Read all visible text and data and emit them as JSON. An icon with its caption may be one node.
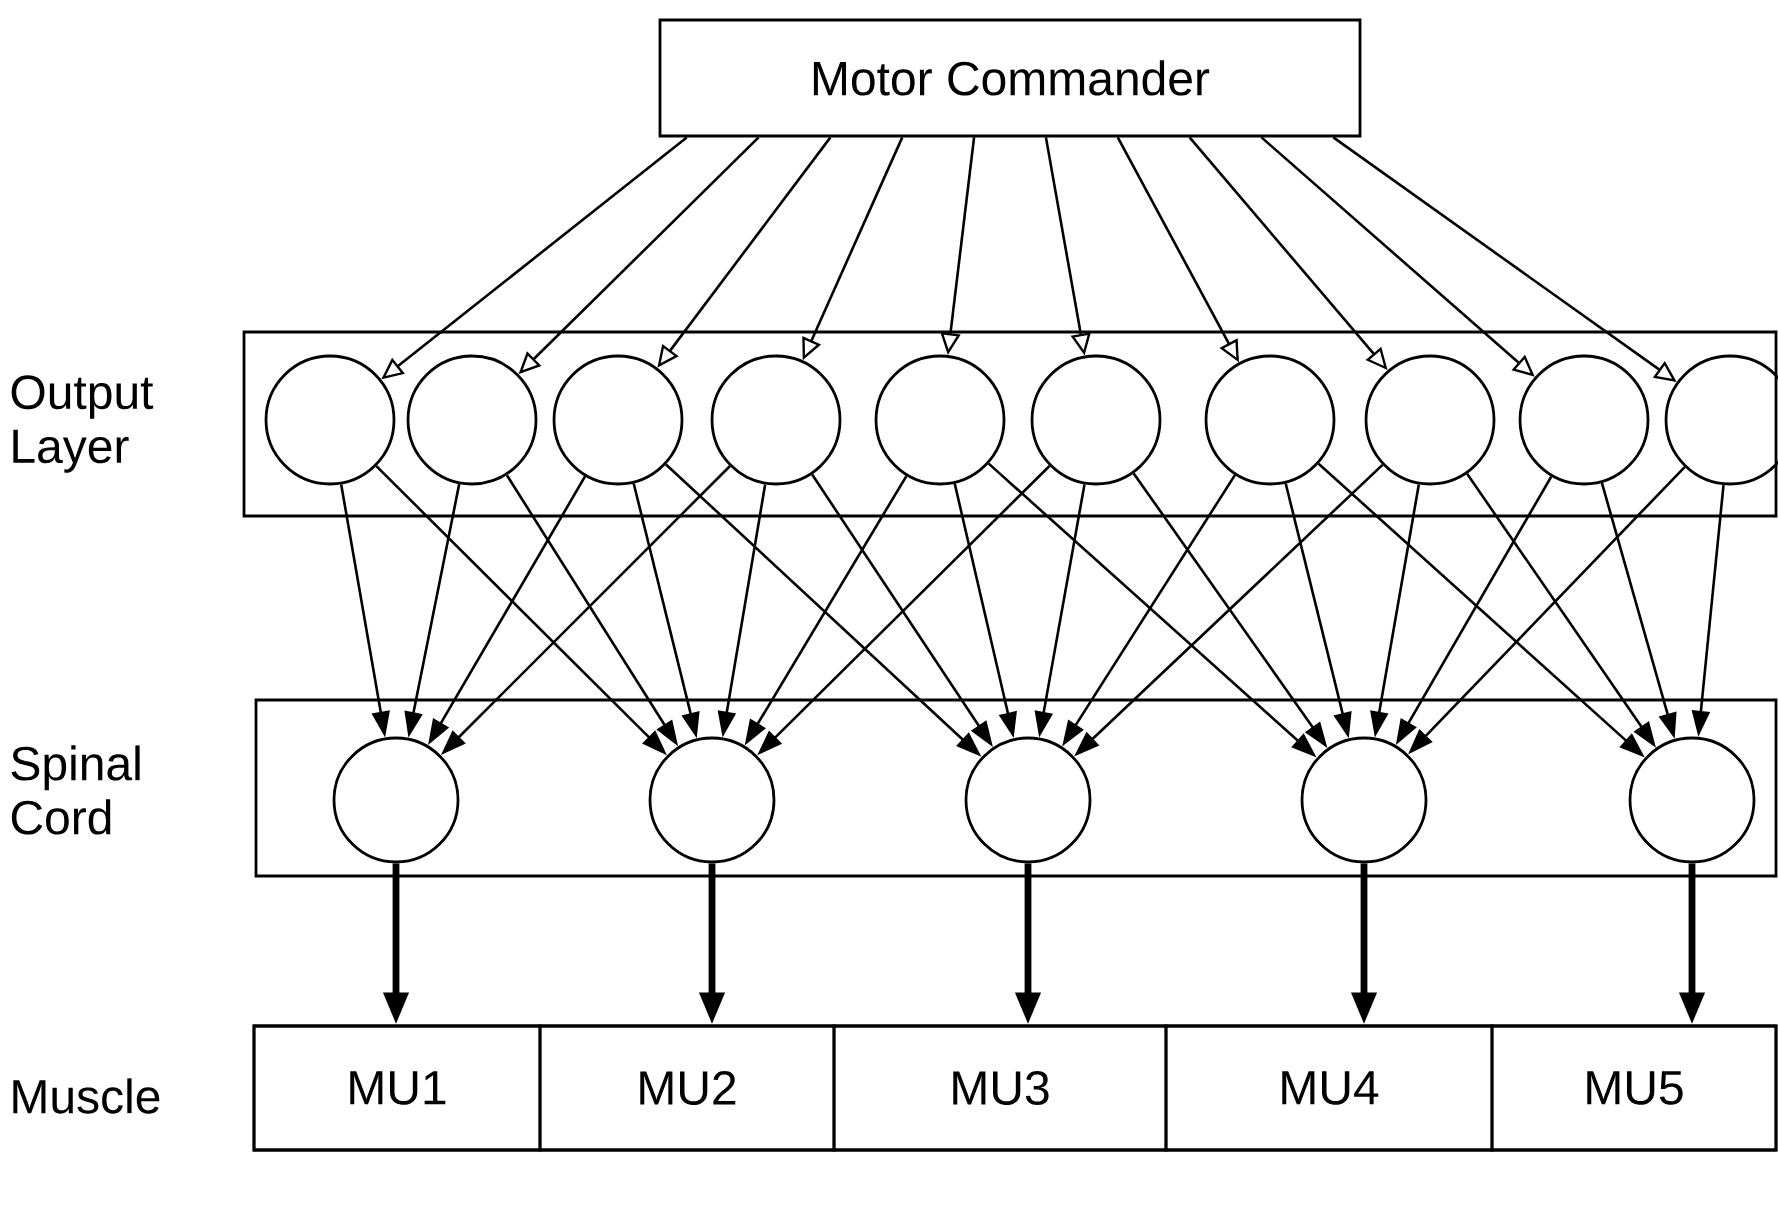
{
  "diagram": {
    "nodes": [
      {
        "text": [
          "Motor Commander"
        ]
      },
      {
        "text": [
          "Output Layer"
        ]
      },
      {
        "text": [],
        "shape": "circle",
        "in": 1
      },
      {
        "text": [],
        "shape": "circle",
        "in": 1
      },
      {
        "text": [],
        "shape": "circle",
        "in": 1
      },
      {
        "text": [],
        "shape": "circle",
        "in": 1
      },
      {
        "text": [],
        "shape": "circle",
        "in": 1
      },
      {
        "text": [],
        "shape": "circle",
        "in": 1
      },
      {
        "text": [],
        "shape": "circle",
        "in": 1
      },
      {
        "text": [],
        "shape": "circle",
        "in": 1
      },
      {
        "text": [],
        "shape": "circle",
        "in": 1
      },
      {
        "text": [],
        "shape": "circle",
        "in": 1
      },
      {
        "text": [
          "Spinal Cord"
        ]
      },
      {
        "text": [],
        "shape": "circle",
        "in": 12
      },
      {
        "text": [],
        "shape": "circle",
        "in": 12
      },
      {
        "text": [],
        "shape": "circle",
        "in": 12
      },
      {
        "text": [],
        "shape": "circle",
        "in": 12
      },
      {
        "text": [],
        "shape": "circle",
        "in": 12
      },
      {
        "text": [
          "Muscle"
        ]
      },
      {
        "text": [
          "MU1"
        ],
        "in": 18
      },
      {
        "text": [
          "MU2"
        ],
        "in": 18
      },
      {
        "text": [
          "MU3"
        ],
        "in": 18
      },
      {
        "text": [
          "MU4"
        ],
        "in": 18
      },
      {
        "text": [
          "MU5"
        ],
        "in": 18
      }
    ],
    "edges": [
      {
        "from": 0,
        "to": 2,
        "arrow": "to"
      },
      {
        "from": 0,
        "to": 3,
        "arrow": "to"
      },
      {
        "from": 0,
        "to": 4,
        "arrow": "to"
      },
      {
        "from": 0,
        "to": 5,
        "arrow": "to"
      },
      {
        "from": 0,
        "to": 6,
        "arrow": "to"
      },
      {
        "from": 0,
        "to": 7,
        "arrow": "to"
      },
      {
        "from": 0,
        "to": 8,
        "arrow": "to"
      },
      {
        "from": 0,
        "to": 9,
        "arrow": "to"
      },
      {
        "from": 0,
        "to": 10,
        "arrow": "to"
      },
      {
        "from": 0,
        "to": 11,
        "arrow": "to"
      },
      {
        "from": 2,
        "to": 13,
        "arrow": "to"
      },
      {
        "from": 2,
        "to": 14,
        "arrow": "to"
      },
      {
        "from": 3,
        "to": 13,
        "arrow": "to"
      },
      {
        "from": 3,
        "to": 14,
        "arrow": "to"
      },
      {
        "from": 4,
        "to": 13,
        "arrow": "to"
      },
      {
        "from": 4,
        "to": 14,
        "arrow": "to"
      },
      {
        "from": 4,
        "to": 15,
        "arrow": "to"
      },
      {
        "from": 5,
        "to": 13,
        "arrow": "to"
      },
      {
        "from": 5,
        "to": 14,
        "arrow": "to"
      },
      {
        "from": 5,
        "to": 15,
        "arrow": "to"
      },
      {
        "from": 6,
        "to": 14,
        "arrow": "to"
      },
      {
        "from": 6,
        "to": 15,
        "arrow": "to"
      },
      {
        "from": 6,
        "to": 16,
        "arrow": "to"
      },
      {
        "from": 7,
        "to": 14,
        "arrow": "to"
      },
      {
        "from": 7,
        "to": 15,
        "arrow": "to"
      },
      {
        "from": 7,
        "to": 16,
        "arrow": "to"
      },
      {
        "from": 8,
        "to": 15,
        "arrow": "to"
      },
      {
        "from": 8,
        "to": 16,
        "arrow": "to"
      },
      {
        "from": 8,
        "to": 17,
        "arrow": "to"
      },
      {
        "from": 9,
        "to": 15,
        "arrow": "to"
      },
      {
        "from": 9,
        "to": 16,
        "arrow": "to"
      },
      {
        "from": 9,
        "to": 17,
        "arrow": "to"
      },
      {
        "from": 10,
        "to": 16,
        "arrow": "to"
      },
      {
        "from": 10,
        "to": 17,
        "arrow": "to"
      },
      {
        "from": 11,
        "to": 16,
        "arrow": "to"
      },
      {
        "from": 11,
        "to": 17,
        "arrow": "to"
      },
      {
        "from": 13,
        "to": 19,
        "arrow": "to",
        "style": "thick"
      },
      {
        "from": 14,
        "to": 20,
        "arrow": "to",
        "style": "thick"
      },
      {
        "from": 15,
        "to": 21,
        "arrow": "to",
        "style": "thick"
      },
      {
        "from": 16,
        "to": 22,
        "arrow": "to",
        "style": "thick"
      },
      {
        "from": 17,
        "to": 23,
        "arrow": "to",
        "style": "thick"
      }
    ]
  }
}
